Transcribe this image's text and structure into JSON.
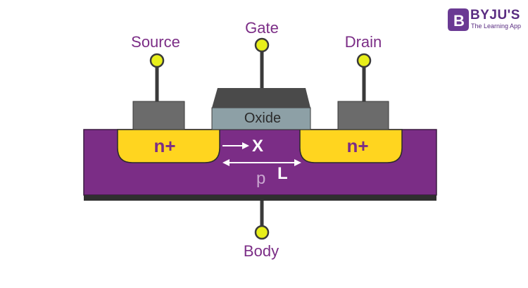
{
  "terminals": {
    "source": "Source",
    "gate": "Gate",
    "drain": "Drain",
    "body": "Body"
  },
  "regions": {
    "oxide": "Oxide",
    "n_left": "n+",
    "n_right": "n+",
    "substrate": "p"
  },
  "annotations": {
    "x": "X",
    "l": "L"
  },
  "logo": {
    "name": "BYJU'S",
    "tagline": "The Learning App",
    "icon": "byjus-logo-icon"
  },
  "colors": {
    "substrate": "#7b2d86",
    "n_region": "#ffd51f",
    "oxide": "#8da0a6",
    "metal": "#6b6b6b",
    "gate_cap": "#4a4a4a",
    "terminal_dot": "#e8ef1a",
    "wire": "#3a3a3a",
    "label": "#7b2d86"
  }
}
